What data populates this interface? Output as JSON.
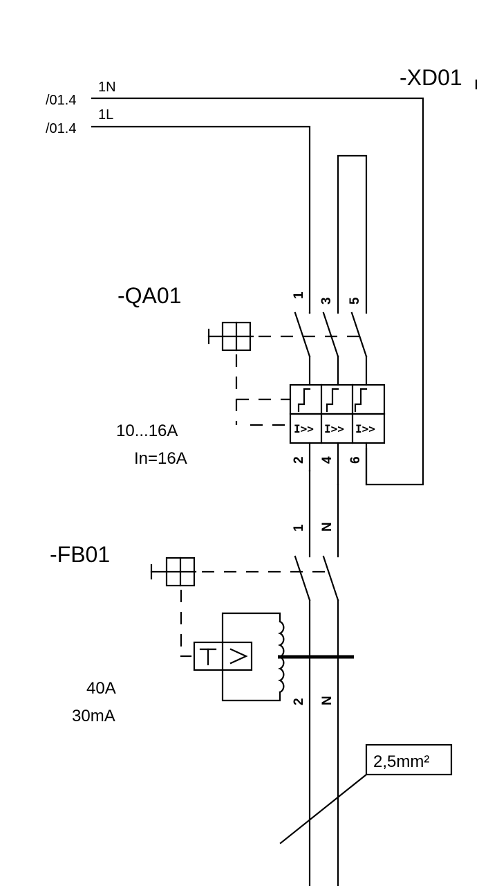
{
  "labels": {
    "terminal_block": "-XD01",
    "breaker": "-QA01",
    "rcd": "-FB01",
    "breaker_range": "10...16A",
    "breaker_nominal": "In=16A",
    "rcd_current": "40A",
    "rcd_sensitivity": "30mA",
    "cable_size": "2,5mm²"
  },
  "wires": {
    "n_ref": "/01.4",
    "n_name": "1N",
    "l_ref": "/01.4",
    "l_name": "1L"
  },
  "breaker_terminals": {
    "top": [
      "1",
      "3",
      "5"
    ],
    "bottom": [
      "2",
      "4",
      "6"
    ]
  },
  "rcd_terminals": {
    "top": [
      "1",
      "N"
    ],
    "bottom": [
      "2",
      "N"
    ]
  },
  "relay_symbol": "I>>"
}
